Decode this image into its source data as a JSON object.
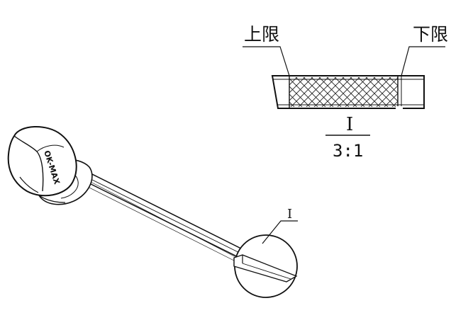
{
  "detail_view": {
    "upper_limit_label": "上限",
    "lower_limit_label": "下限",
    "view_label": "I",
    "scale_label": "3:1"
  },
  "main_view": {
    "detail_marker_label": "I",
    "cap_marking": "OK-MAX"
  },
  "colors": {
    "line": "#111111",
    "background": "#ffffff"
  }
}
